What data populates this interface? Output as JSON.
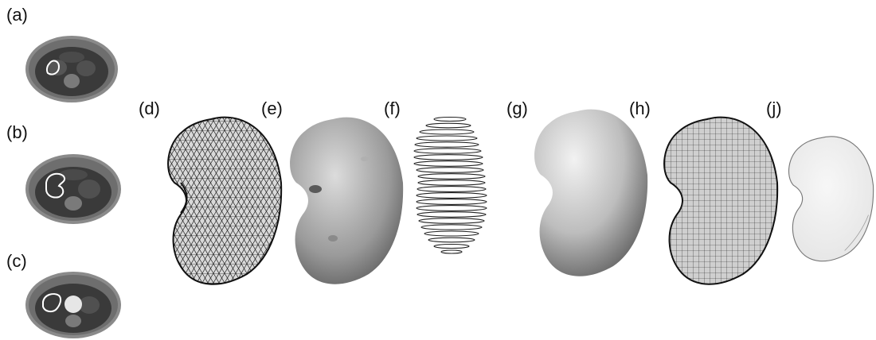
{
  "labels": {
    "a": "(a)",
    "b": "(b)",
    "c": "(c)",
    "d": "(d)",
    "e": "(e)",
    "f": "(f)",
    "g": "(g)",
    "h": "(h)",
    "j": "(j)"
  }
}
